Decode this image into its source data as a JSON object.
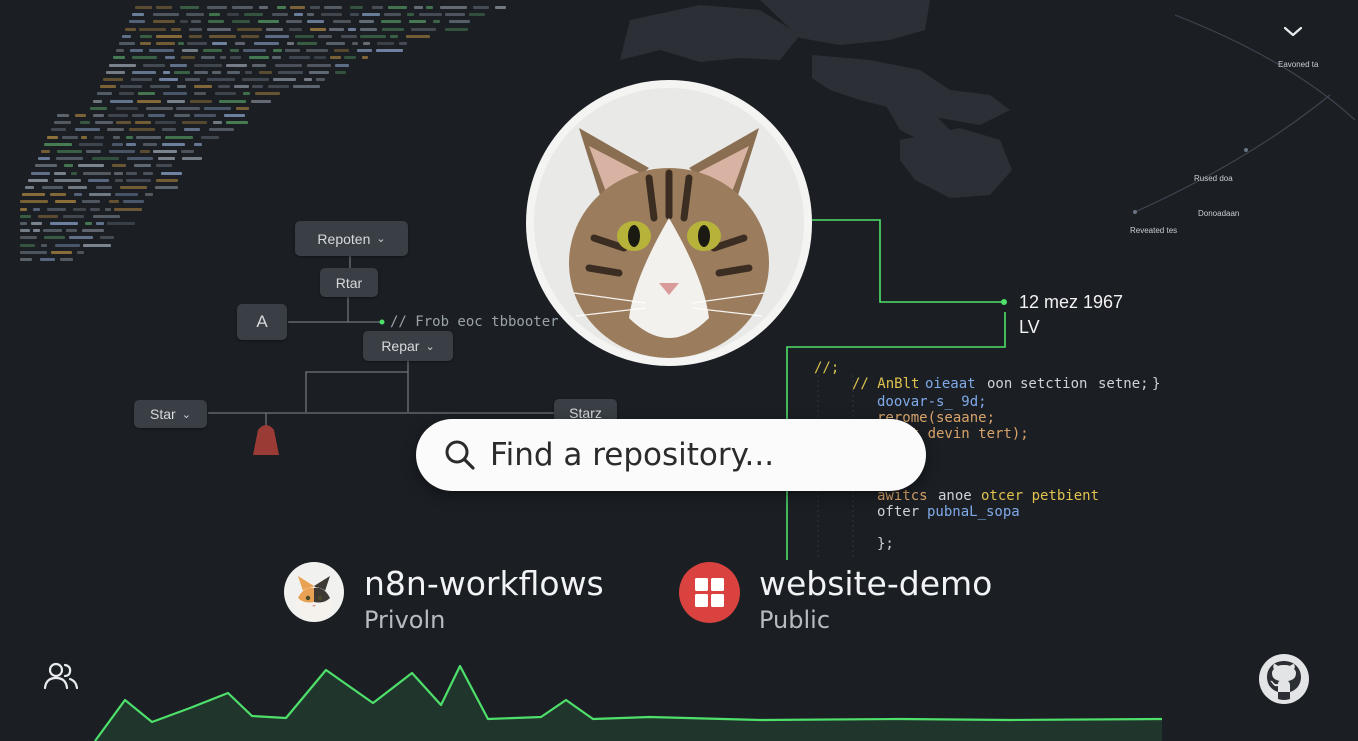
{
  "diagram": {
    "nodes": {
      "repository": "Repoten",
      "star_top": "Rtar",
      "a": "A",
      "repair": "Repar",
      "star_left": "Star",
      "star_right": "Starz"
    },
    "connector_label": "// Frob eoc tbbooter"
  },
  "annotation": {
    "line1": "12 mez 1967",
    "line2": "LV"
  },
  "code_snippet": {
    "l0": "//;",
    "l1a": "// AnBlt",
    "l1b": "oieaat",
    "l1c": "oon",
    "l1d": "setction",
    "l1e": "setne;",
    "l1f": "}",
    "l2": "doovar-s_ 9d;",
    "l3": "rerome(seaane;",
    "l4": "doret  devin tert);",
    "l5a": "awitcs",
    "l5b": "anoe",
    "l5c": "otcer  petbient",
    "l6a": "ofter",
    "l6b": "pubnaL_sopa",
    "l7": "};"
  },
  "map_labels": {
    "a": "Eavoned ta",
    "b": "Rused doa",
    "c": "Donoadaan",
    "d": "Reveated tes"
  },
  "search": {
    "placeholder": "Find a repository..."
  },
  "repos": [
    {
      "name": "n8n-workflows",
      "visibility": "Privoln",
      "icon": "cat-avatar-icon"
    },
    {
      "name": "website-demo",
      "visibility": "Public",
      "icon": "grid-app-icon",
      "icon_color": "#d9423f"
    }
  ],
  "icons": {
    "collapse": "chevron-down-icon",
    "users": "users-icon",
    "github": "github-icon",
    "search": "search-icon"
  },
  "colors": {
    "accent_green": "#4ee06a",
    "background": "#1b1f24"
  }
}
